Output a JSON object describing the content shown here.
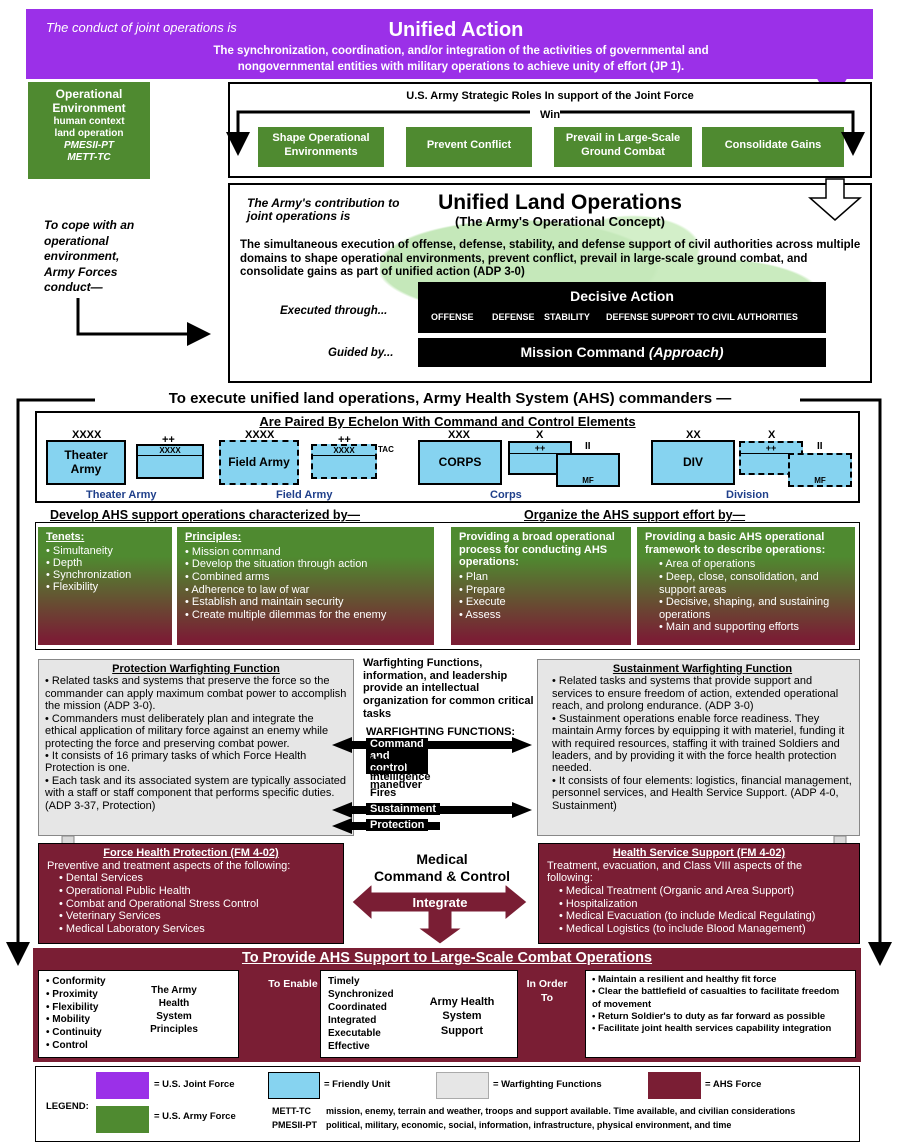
{
  "unified_action": {
    "lead": "The conduct of joint operations is",
    "title": "Unified Action",
    "desc": "The synchronization, coordination, and/or integration of the activities of governmental and nongovernmental entities with military operations to achieve unity of effort (JP 1)."
  },
  "op_env": {
    "title_1": "Operational",
    "title_2": "Environment",
    "line_1": "human context",
    "line_2": "land operation",
    "line_3": "PMESII-PT",
    "line_4": "METT-TC"
  },
  "cope_text": "To cope with an operational environment, Army Forces conduct—",
  "strategic": {
    "title": "U.S. Army Strategic Roles In support of the Joint Force",
    "win": "Win",
    "roles": [
      "Shape Operational Environments",
      "Prevent Conflict",
      "Prevail in Large-Scale Ground Combat",
      "Consolidate Gains"
    ]
  },
  "ulo": {
    "lead": "The Army's contribution to joint operations is",
    "title": "Unified Land Operations",
    "subtitle": "(The Army's Operational Concept)",
    "desc": "The simultaneous execution of offense, defense, stability, and defense support of civil authorities across multiple domains to shape operational environments, prevent conflict, prevail in large-scale ground combat, and consolidate gains as part of unified action (ADP 3-0)",
    "executed": "Executed through...",
    "decisive_title": "Decisive Action",
    "decisive_items": [
      "OFFENSE",
      "DEFENSE",
      "STABILITY",
      "DEFENSE SUPPORT TO CIVIL AUTHORITIES"
    ],
    "guided": "Guided by...",
    "mission_command": "Mission Command",
    "approach": "(Approach)"
  },
  "execute_header": "To execute unified land operations, Army Health System (AHS) commanders —",
  "paired": {
    "title": "Are Paired By Echelon With Command and Control Elements",
    "theater": {
      "sym": "XXXX",
      "c2": "++",
      "c2_sub": "XXXX",
      "box": "Theater Army",
      "label": "Theater Army"
    },
    "field": {
      "sym": "XXXX",
      "c2": "++",
      "c2_sub": "XXXX",
      "tac": "TAC",
      "box": "Field Army",
      "label": "Field Army"
    },
    "corps": {
      "sym": "XXX",
      "c2_sym": "X",
      "c2": "++",
      "sust_sym": "II",
      "mf": "MF",
      "box": "CORPS",
      "label": "Corps"
    },
    "division": {
      "sym": "XX",
      "c2_sym": "X",
      "c2": "++",
      "sust_sym": "II",
      "mf": "MF",
      "box": "DIV",
      "label": "Division"
    }
  },
  "develop": {
    "title": "Develop AHS support operations characterized by—",
    "tenets_title": "Tenets:",
    "tenets": [
      "Simultaneity",
      "Depth",
      "Synchronization",
      "Flexibility"
    ],
    "principles_title": "Principles:",
    "principles": [
      "Mission command",
      "Develop the situation through action",
      "Combined arms",
      "Adherence to law of war",
      "Establish and maintain security",
      "Create multiple dilemmas for the enemy"
    ]
  },
  "organize": {
    "title": "Organize the AHS support effort by—",
    "process_title": "Providing a broad operational process for conducting AHS operations:",
    "process": [
      "Plan",
      "Prepare",
      "Execute",
      "Assess"
    ],
    "framework_title": "Providing a basic AHS operational framework to describe operations:",
    "framework": [
      "Area of operations",
      "Deep, close, consolidation, and support areas",
      "Decisive, shaping, and sustaining operations",
      "Main and supporting efforts"
    ]
  },
  "protection": {
    "title": "Protection Warfighting Function",
    "items": [
      "Related tasks and systems that preserve the force so the commander can apply maximum combat power to accomplish the mission (ADP 3-0).",
      "Commanders must deliberately plan and integrate the ethical application of military force against an enemy while protecting the force  and preserving combat power.",
      "It consists of 16 primary tasks of which Force Health Protection is one.",
      "Each task and its associated system are typically associated with a staff or staff component that performs specific duties. (ADP 3-37, Protection)"
    ]
  },
  "wff": {
    "intro": "Warfighting Functions, information, and leadership provide an intellectual organization for common critical tasks",
    "title": "WARFIGHTING FUNCTIONS:",
    "items": [
      "Command and control",
      "Movement and maneuver",
      "Intelligence",
      "Fires",
      "Sustainment",
      "Protection"
    ]
  },
  "sustainment": {
    "title": "Sustainment  Warfighting Function",
    "items": [
      "Related tasks and systems that provide support and services to ensure freedom of action, extended operational reach, and prolong endurance. (ADP 3-0)",
      "Sustainment operations enable force readiness. They maintain Army forces by equipping it with materiel, funding it with required resources, staffing it with trained Soldiers and leaders, and by providing it with the force health protection needed.",
      "It consists of four elements: logistics, financial management, personnel services, and Health Service Support. (ADP 4-0, Sustainment)"
    ]
  },
  "fhp": {
    "title": "Force Health Protection (FM 4-02)",
    "intro": "Preventive and treatment aspects of the following:",
    "items": [
      "Dental Services",
      "Operational Public Health",
      "Combat and Operational Stress Control",
      "Veterinary Services",
      "Medical Laboratory Services"
    ]
  },
  "medical_c2": {
    "line_1": "Medical",
    "line_2": "Command & Control",
    "integrate": "Integrate"
  },
  "hss": {
    "title": "Health Service Support (FM 4-02)",
    "intro": "Treatment, evacuation, and Class VIII aspects of the following:",
    "items": [
      "Medical Treatment (Organic and Area Support)",
      "Hospitalization",
      "Medical Evacuation (to include Medical Regulating)",
      "Medical Logistics (to include Blood Management)"
    ]
  },
  "lsco": {
    "title": "To Provide AHS Support to Large-Scale Combat Operations",
    "principles": [
      "Conformity",
      "Proximity",
      "Flexibility",
      "Mobility",
      "Continuity",
      "Control"
    ],
    "principles_label": "The Army Health System Principles",
    "to_enable": "To Enable",
    "qualities": [
      "Timely",
      "Synchronized",
      "Coordinated",
      "Integrated",
      "Executable",
      "Effective"
    ],
    "ahs_support": "Army Health System Support",
    "in_order_to": "In Order To",
    "outcomes": [
      "Maintain a resilient and healthy fit force",
      "Clear the battlefield of casualties to facilitate freedom of movement",
      "Return Soldier's to duty as far forward as possible",
      "Facilitate joint health services capability integration"
    ]
  },
  "legend": {
    "label": "LEGEND:",
    "joint": "= U.S. Joint Force",
    "friendly": "= Friendly Unit",
    "wff": "= Warfighting Functions",
    "ahs": "= AHS Force",
    "army": "= U.S. Army Force",
    "mett_abbr": "METT-TC",
    "mett_def": "mission, enemy, terrain and weather, troops and support available. Time available,  and civilian considerations",
    "pmesii_abbr": "PMESII-PT",
    "pmesii_def": "political, military, economic, social, information, infrastructure, physical environment, and time"
  },
  "colors": {
    "joint": "#9b30e8",
    "army": "#4f8a30",
    "friendly": "#86d3f0",
    "wff": "#e6e6e6",
    "ahs": "#7a1e34"
  }
}
